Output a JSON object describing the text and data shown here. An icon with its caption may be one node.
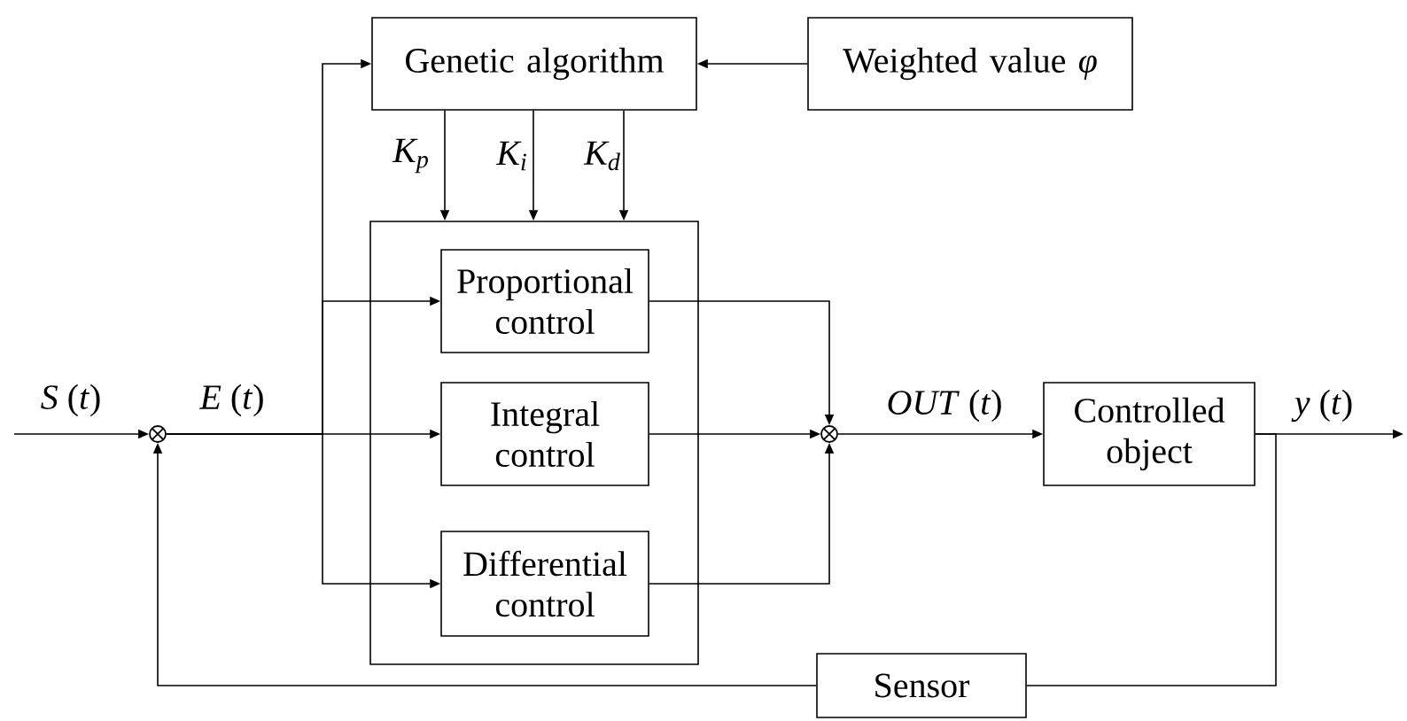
{
  "diagram": {
    "nodes": [
      {
        "text": [
          "Genetic algorithm"
        ]
      },
      {
        "text": [
          "Weighted value *φ*"
        ]
      },
      {
        "text": [],
        "shape": "box"
      },
      {
        "text": [
          "Proportional control"
        ],
        "in": 2
      },
      {
        "text": [
          "Integral control"
        ],
        "in": 2
      },
      {
        "text": [
          "Differential control"
        ],
        "in": 2
      },
      {
        "text": [],
        "shape": "circle"
      },
      {
        "text": [],
        "shape": "circle"
      },
      {
        "text": [
          "Controlled object"
        ]
      },
      {
        "text": [
          "Sensor"
        ]
      }
    ],
    "edges": [
      {
        "from": null,
        "to": 6,
        "arrow": "to",
        "label": "*S* (*t*)"
      },
      {
        "from": 6,
        "to": 4,
        "arrow": "to",
        "label": "*E* (*t*)"
      },
      {
        "from": 6,
        "to": 0,
        "arrow": "to"
      },
      {
        "from": 6,
        "to": 3,
        "arrow": "to"
      },
      {
        "from": 6,
        "to": 5,
        "arrow": "to"
      },
      {
        "from": 1,
        "to": 0,
        "arrow": "to"
      },
      {
        "from": 0,
        "to": 2,
        "arrow": "to",
        "label": "K$_{p}$"
      },
      {
        "from": 0,
        "to": 2,
        "arrow": "to",
        "label": "K$_{i}$"
      },
      {
        "from": 0,
        "to": 2,
        "arrow": "to",
        "label": "K$_{d}$"
      },
      {
        "from": 3,
        "to": 7,
        "arrow": "to"
      },
      {
        "from": 4,
        "to": 7,
        "arrow": "to"
      },
      {
        "from": 5,
        "to": 7,
        "arrow": "to"
      },
      {
        "from": 7,
        "to": 8,
        "arrow": "to",
        "label": "*OUT* (*t*)"
      },
      {
        "from": 8,
        "to": null,
        "arrow": "to",
        "label": "*y* (*t*)"
      },
      {
        "from": 8,
        "to": 9,
        "arrow": "none"
      },
      {
        "from": 9,
        "to": 6,
        "arrow": "to"
      }
    ]
  }
}
